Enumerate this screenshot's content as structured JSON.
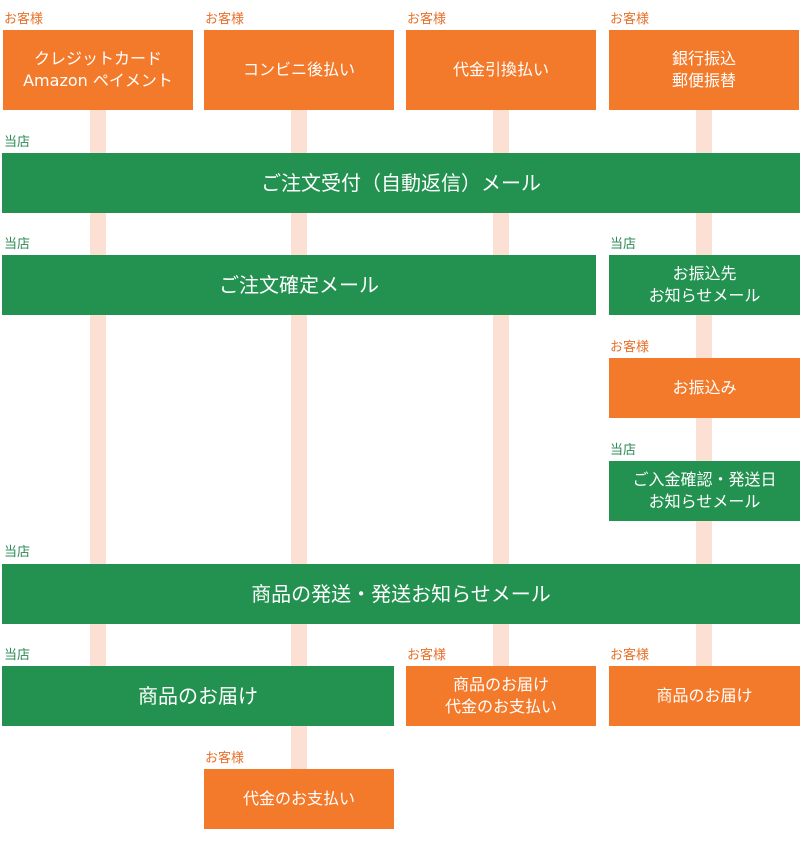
{
  "role_labels": {
    "customer": "お客様",
    "shop": "当店"
  },
  "colors": {
    "customer": "#f47a2b",
    "shop": "#239250",
    "lane": "#fde0d4"
  },
  "payment_methods": [
    {
      "lines": [
        "クレジットカード",
        "Amazon ペイメント"
      ]
    },
    {
      "lines": [
        "コンビニ後払い"
      ]
    },
    {
      "lines": [
        "代金引換払い"
      ]
    },
    {
      "lines": [
        "銀行振込",
        "郵便振替"
      ]
    }
  ],
  "steps": {
    "order_received_mail": "ご注文受付（自動返信）メール",
    "order_confirm_mail": "ご注文確定メール",
    "transfer_info_mail": [
      "お振込先",
      "お知らせメール"
    ],
    "transfer": "お振込み",
    "payment_confirm_mail": [
      "ご入金確認・発送日",
      "お知らせメール"
    ],
    "shipping_mail": "商品の発送・発送お知らせメール",
    "delivery_shop": "商品のお届け",
    "delivery_cod": [
      "商品のお届け",
      "代金のお支払い"
    ],
    "delivery_bank": "商品のお届け",
    "final_payment": "代金のお支払い"
  }
}
